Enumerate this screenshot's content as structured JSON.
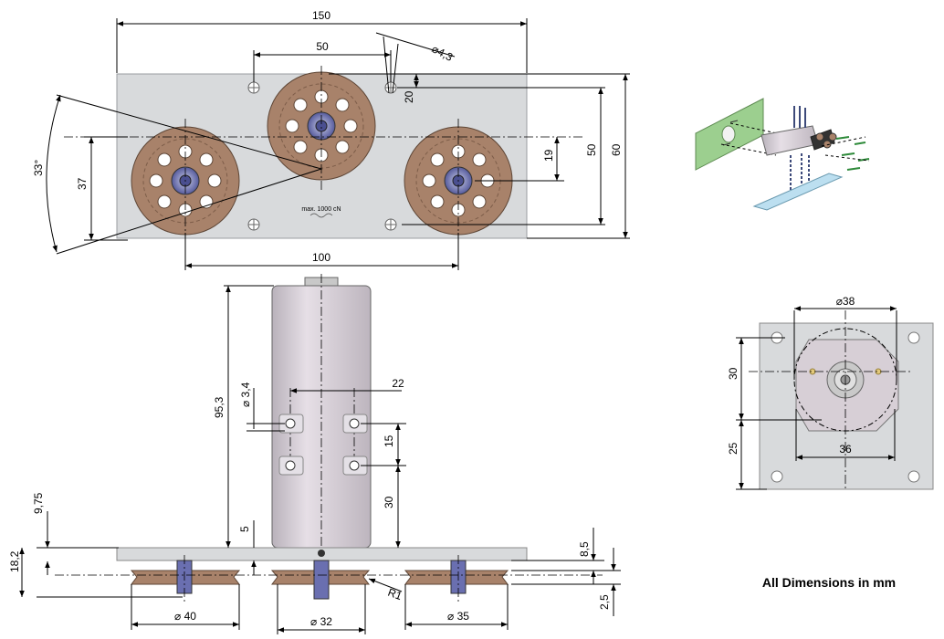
{
  "top_view": {
    "dims": {
      "overall_width": "150",
      "pulley_spacing_top": "50",
      "hole_diameter": "⌀4,3",
      "offset_20": "20",
      "offset_19": "19",
      "height_50": "50",
      "height_60": "60",
      "angle": "33°",
      "offset_37": "37",
      "pulley_spacing_bottom": "100"
    },
    "plate_label": "max. 1000 cN"
  },
  "side_view": {
    "dims": {
      "height_95_3": "95,3",
      "hole_3_4": "⌀ 3,4",
      "width_22": "22",
      "spacing_15": "15",
      "spacing_30": "30",
      "dim_9_75": "9,75",
      "dim_5": "5",
      "dim_18_2": "18,2",
      "dim_8_5": "8,5",
      "dim_2_5": "2,5",
      "radius": "R1",
      "pulley_40": "⌀ 40",
      "pulley_32": "⌀ 32",
      "pulley_35": "⌀ 35"
    }
  },
  "end_view": {
    "dims": {
      "diameter_38": "⌀38",
      "dim_30": "30",
      "dim_25": "25",
      "dim_36": "36"
    }
  },
  "footnote": "All Dimensions in mm",
  "colors": {
    "plate": "#d8dadc",
    "pulley": "#a8826a",
    "hub": "#6a6fb0",
    "housing": "#d7cfd6",
    "iso_green": "#9ccf8f",
    "iso_blue": "#bcdff0"
  }
}
